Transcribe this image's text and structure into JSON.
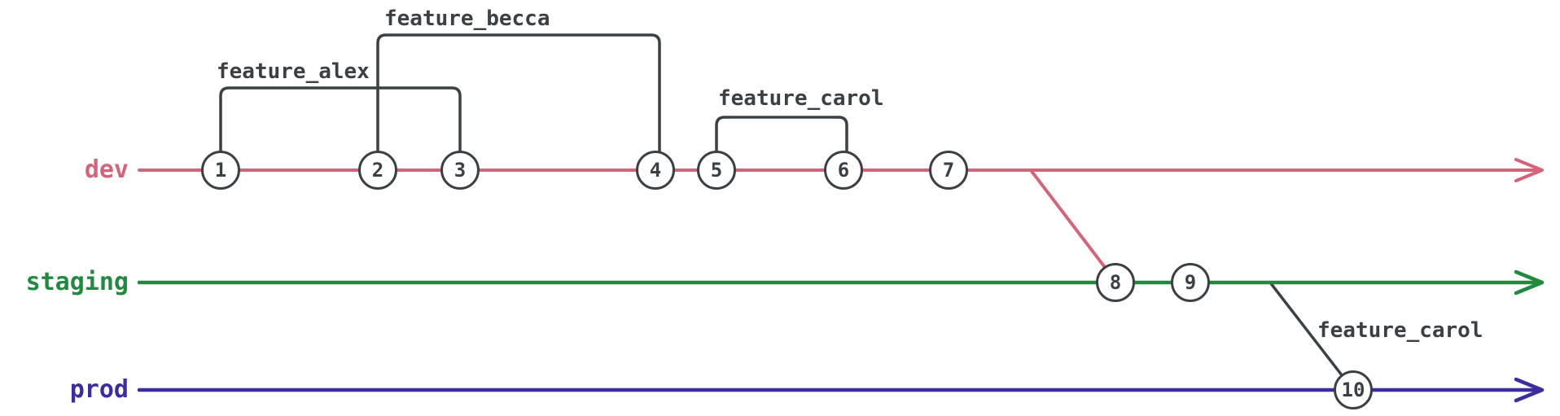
{
  "colors": {
    "ink": "#3b4045",
    "dev": "#d4647a",
    "staging": "#208b3f",
    "prod": "#3b2da0",
    "bg": "#ffffff"
  },
  "branches": [
    {
      "name": "dev"
    },
    {
      "name": "staging"
    },
    {
      "name": "prod"
    }
  ],
  "commits": [
    {
      "id": "1",
      "branch": "dev"
    },
    {
      "id": "2",
      "branch": "dev"
    },
    {
      "id": "3",
      "branch": "dev"
    },
    {
      "id": "4",
      "branch": "dev"
    },
    {
      "id": "5",
      "branch": "dev"
    },
    {
      "id": "6",
      "branch": "dev"
    },
    {
      "id": "7",
      "branch": "dev"
    },
    {
      "id": "8",
      "branch": "staging"
    },
    {
      "id": "9",
      "branch": "staging"
    },
    {
      "id": "10",
      "branch": "prod"
    }
  ],
  "feature_branches": [
    {
      "label": "feature_alex",
      "branches_from_commit": "1",
      "merges_at_commit": "3"
    },
    {
      "label": "feature_becca",
      "branches_from_commit": "2",
      "merges_at_commit": "4"
    },
    {
      "label": "feature_carol",
      "branches_from_commit": "5",
      "merges_at_commit": "6"
    },
    {
      "label": "feature_carol",
      "branches_from": "staging",
      "merges_at_commit": "10"
    }
  ],
  "merges": [
    {
      "from_branch": "dev",
      "to_branch": "staging",
      "at_commit": "8"
    },
    {
      "from_branch": "staging",
      "to_branch": "prod",
      "at_commit": "10"
    }
  ]
}
